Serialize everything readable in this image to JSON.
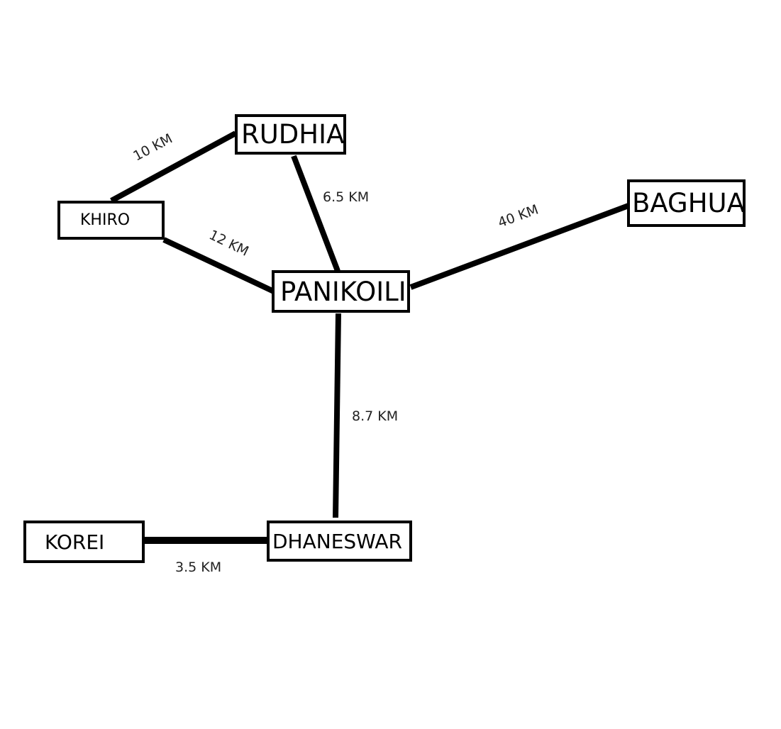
{
  "nodes": {
    "rudhia": "RUDHIA",
    "khiro": "KHIRO",
    "baghua": "BAGHUA",
    "panikoili": "PANIKOILI",
    "korei": "KOREI",
    "dhaneswar": "DHANESWAR"
  },
  "edges": [
    {
      "from": "KHIRO",
      "to": "RUDHIA",
      "label": "10 KM"
    },
    {
      "from": "KHIRO",
      "to": "PANIKOILI",
      "label": "12 KM"
    },
    {
      "from": "RUDHIA",
      "to": "PANIKOILI",
      "label": "6.5 KM"
    },
    {
      "from": "PANIKOILI",
      "to": "BAGHUA",
      "label": "40 KM"
    },
    {
      "from": "PANIKOILI",
      "to": "DHANESWAR",
      "label": "8.7 KM"
    },
    {
      "from": "KOREI",
      "to": "DHANESWAR",
      "label": "3.5 KM"
    }
  ],
  "colors": {
    "line": "#000000",
    "background": "#ffffff"
  }
}
